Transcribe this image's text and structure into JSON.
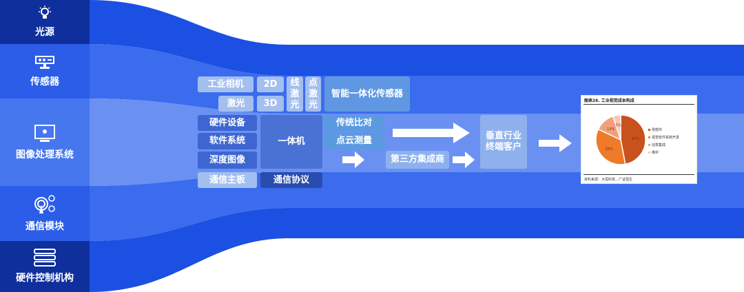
{
  "sidebar": {
    "items": [
      {
        "label": "光源",
        "icon": "lightbulb-icon"
      },
      {
        "label": "传感器",
        "icon": "sensor-camera-icon"
      },
      {
        "label": "图像处理系统",
        "icon": "monitor-gear-icon"
      },
      {
        "label": "通信模块",
        "icon": "antenna-signal-icon"
      },
      {
        "label": "硬件控制机构",
        "icon": "server-rack-icon"
      }
    ]
  },
  "sensor": {
    "camera": "工业相机",
    "laser": "激光",
    "d2": "2D",
    "d3": "3D",
    "line_laser": "线\n激\n光",
    "point_laser": "点\n激\n光",
    "smart": "智能一体化传感器"
  },
  "processing": {
    "hardware": "硬件设备",
    "software": "软件系统",
    "depth": "深度图像",
    "all_in_one": "一体机",
    "traditional": "传统比对",
    "point_cloud": "点云测量",
    "integrator": "第三方集成商",
    "customer": "垂直行业\n终端客户"
  },
  "comm": {
    "board": "通信主板",
    "protocol": "通信协议"
  },
  "chart_data": {
    "type": "pie",
    "title": "图表26. 工业视觉成本构成",
    "source": "资料来源：大恒科技，广证恒生",
    "categories": [
      "零部件",
      "视觉软件系统开发",
      "创意集成",
      "维护"
    ],
    "values": [
      47,
      35,
      13,
      5
    ],
    "labels": [
      "47%",
      "35%",
      "13%",
      "5%"
    ],
    "colors": [
      "#c9511c",
      "#ee7a2a",
      "#f2a07a",
      "#f6c6b6"
    ],
    "legend": "right"
  }
}
